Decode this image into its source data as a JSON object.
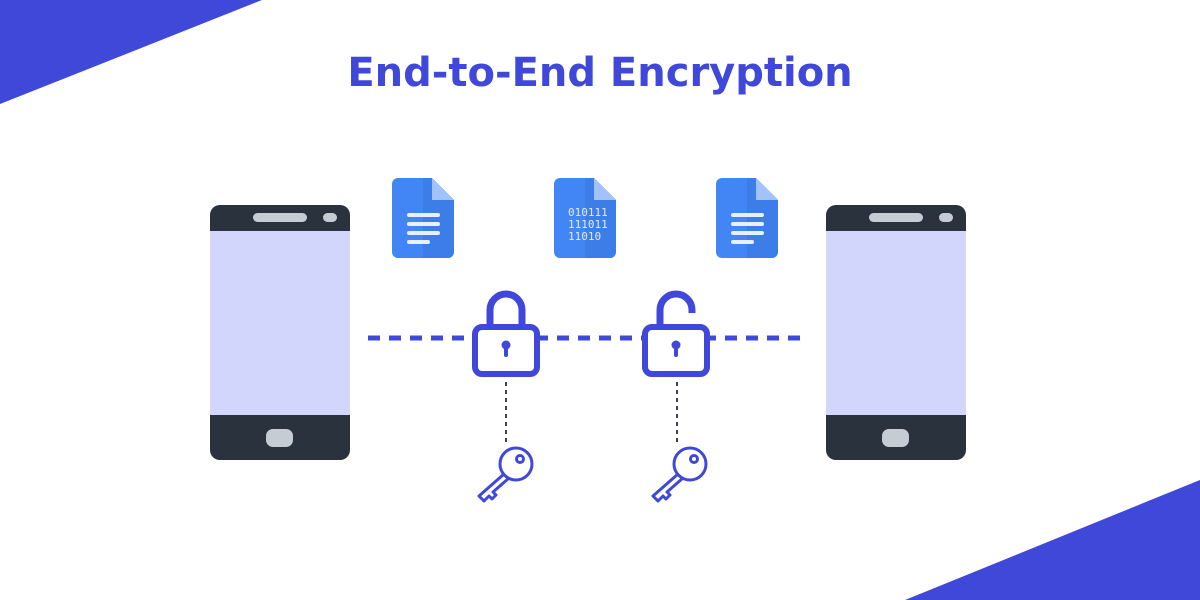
{
  "title": "End-to-End Encryption",
  "colors": {
    "accent": "#3f48d8",
    "phone_body": "#2a323e",
    "phone_screen": "#d3d6fc",
    "phone_detail": "#c5ccd4",
    "doc_blue": "#4285f4",
    "doc_fold": "#a1c2fa"
  },
  "encrypted_doc": {
    "binary_lines": [
      "010111",
      "111011",
      "11010"
    ]
  },
  "icons": {
    "sender_phone": "smartphone-icon",
    "receiver_phone": "smartphone-icon",
    "plain_doc": "document-icon",
    "encrypted_doc": "binary-document-icon",
    "lock_closed": "lock-closed-icon",
    "lock_open": "lock-open-icon",
    "key": "key-icon"
  }
}
